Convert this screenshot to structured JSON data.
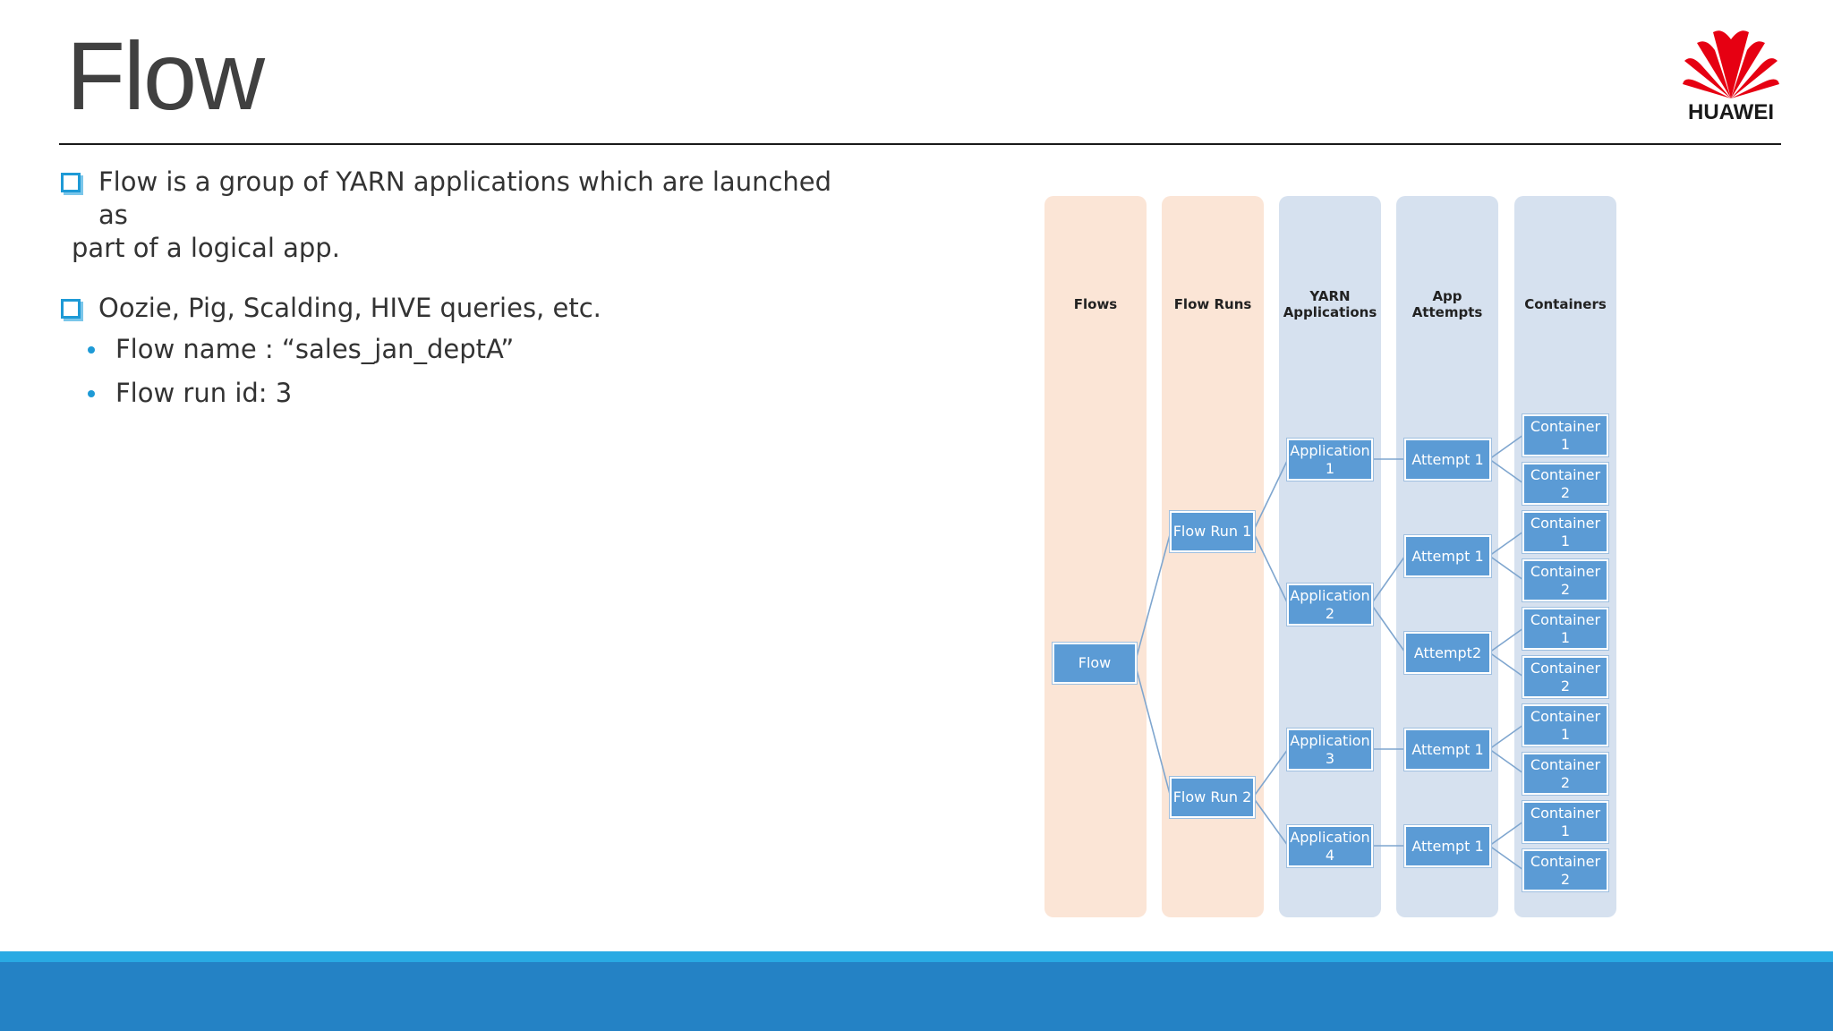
{
  "slide": {
    "title": "Flow",
    "logo_text": "HUAWEI"
  },
  "bullets": [
    {
      "text_line1": "Flow is a group of YARN applications which are launched as",
      "text_line2": "part of a logical app."
    },
    {
      "text": "Oozie, Pig, Scalding, HIVE queries, etc.",
      "subs": [
        "Flow name : “sales_jan_deptA”",
        "Flow run id: 3"
      ]
    }
  ],
  "diagram": {
    "lanes": [
      "Flows",
      "Flow Runs",
      "YARN\nApplications",
      "App\nAttempts",
      "Containers"
    ],
    "nodes": {
      "flow": "Flow",
      "run1": "Flow Run 1",
      "run2": "Flow Run 2",
      "app1": "Application\n1",
      "app2": "Application\n2",
      "app3": "Application\n3",
      "app4": "Application\n4",
      "att_a1": "Attempt  1",
      "att_a2_1": "Attempt  1",
      "att_a2_2": "Attempt2",
      "att_a3": "Attempt  1",
      "att_a4": "Attempt  1",
      "c1": "Container 1",
      "c2": "Container 2",
      "c3": "Container 1",
      "c4": "Container 2",
      "c5": "Container 1",
      "c6": "Container 2",
      "c7": "Container 1",
      "c8": "Container 2",
      "c9": "Container 1",
      "c10": "Container 2"
    }
  },
  "colors": {
    "accent": "#1e9ad6",
    "node_fill": "#5b9bd5",
    "lane_peach": "#fbe5d6",
    "lane_blue": "#d6e1ef",
    "footer": "#2482c5"
  }
}
